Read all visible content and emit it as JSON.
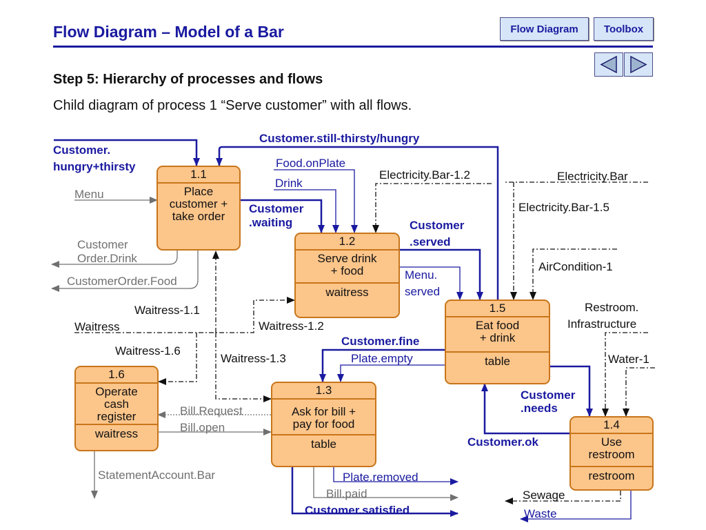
{
  "header": {
    "title": "Flow Diagram – Model of a Bar",
    "nav_flow_diagram": "Flow Diagram",
    "nav_toolbox": "Toolbox",
    "prev_icon": "triangle-left-icon",
    "next_icon": "triangle-right-icon"
  },
  "heading": "Step 5: Hierarchy of processes and flows",
  "subheading": "Child diagram of process 1 “Serve customer” with all flows.",
  "colors": {
    "accent": "#1a1aa0",
    "process_fill": "#fcc58a",
    "process_border": "#c8751a",
    "gray_flow": "#707070"
  },
  "processes": {
    "p11": {
      "id": "1.1",
      "name": [
        "Place",
        "customer +",
        "take order"
      ],
      "actor": ""
    },
    "p12": {
      "id": "1.2",
      "name": [
        "Serve drink",
        "+ food"
      ],
      "actor": "waitress"
    },
    "p13": {
      "id": "1.3",
      "name": [
        "Ask for bill +",
        "pay for food"
      ],
      "actor": "table"
    },
    "p14": {
      "id": "1.4",
      "name": [
        "Use",
        "restroom"
      ],
      "actor": "restroom"
    },
    "p15": {
      "id": "1.5",
      "name": [
        "Eat food",
        "+ drink"
      ],
      "actor": "table"
    },
    "p16": {
      "id": "1.6",
      "name": [
        "Operate",
        "cash",
        "register"
      ],
      "actor": "waitress"
    }
  },
  "flows": {
    "customer_hungry_1": "Customer.",
    "customer_hungry_2": "hungry+thirsty",
    "menu": "Menu",
    "customer_order_drink_1": "Customer",
    "customer_order_drink_2": "Order.Drink",
    "customer_order_food": "CustomerOrder.Food",
    "still_thirsty": "Customer.still-thirsty/hungry",
    "food_on_plate": "Food.onPlate",
    "drink": "Drink",
    "customer_waiting_1": "Customer",
    "customer_waiting_2": ".waiting",
    "electricity_bar_12": "Electricity.Bar-1.2",
    "electricity_bar": "Electricity.Bar",
    "electricity_bar_15": "Electricity.Bar-1.5",
    "customer_served_1": "Customer",
    "customer_served_2": ".served",
    "menu_served_1": "Menu.",
    "menu_served_2": "served",
    "aircondition": "AirCondition-1",
    "restroom_infra_1": "Restroom.",
    "restroom_infra_2": "Infrastructure",
    "water": "Water-1",
    "waitress_11": "Waitress-1.1",
    "waitress": "Waitress",
    "waitress_12": "Waitress-1.2",
    "waitress_16": "Waitress-1.6",
    "waitress_13": "Waitress-1.3",
    "customer_fine": "Customer.fine",
    "plate_empty": "Plate.empty",
    "customer_needs_1": "Customer",
    "customer_needs_2": ".needs",
    "customer_ok": "Customer.ok",
    "bill_request": "Bill.Request",
    "bill_open": "Bill.open",
    "statement_account": "StatementAccount.Bar",
    "plate_removed": "Plate.removed",
    "bill_paid": "Bill.paid",
    "customer_satisfied": "Customer.satisfied",
    "sewage": "Sewage",
    "waste": "Waste"
  }
}
